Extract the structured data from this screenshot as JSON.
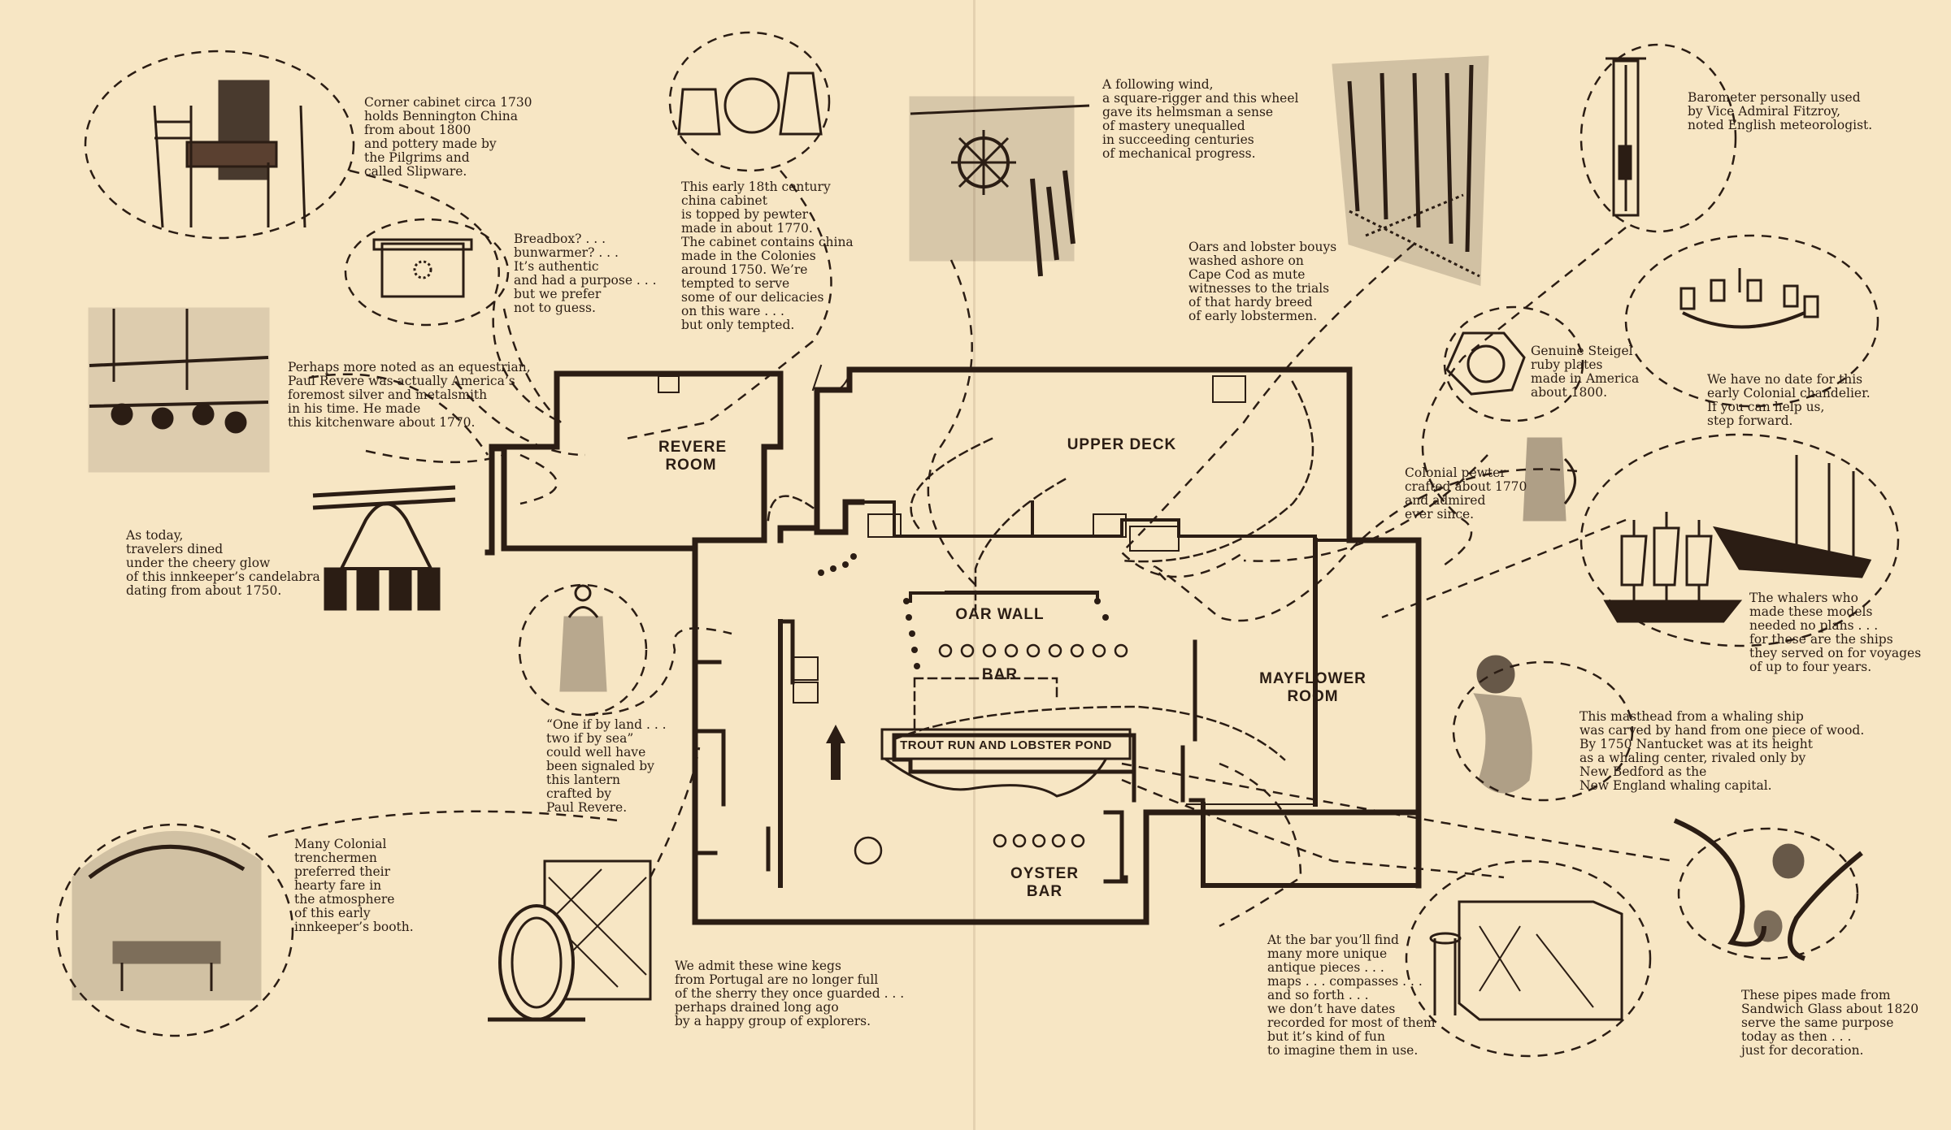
{
  "colors": {
    "paper": "#f7e6c4",
    "ink": "#2b1d14"
  },
  "rooms": {
    "revere": "REVERE\nROOM",
    "upper_deck": "UPPER DECK",
    "oar_wall": "OAR WALL",
    "bar": "BAR",
    "mayflower": "MAYFLOWER\nROOM",
    "trout_run": "TROUT RUN AND LOBSTER POND",
    "oyster_bar": "OYSTER\nBAR"
  },
  "captions": {
    "corner_cabinet": "Corner cabinet circa 1730\nholds Bennington China\nfrom about 1800\nand pottery made by\nthe Pilgrims and\ncalled Slipware.",
    "breadbox": "Breadbox? . . .\nbunwarmer? . . .\nIt’s authentic\nand had a purpose . . .\nbut we prefer\nnot to guess.",
    "china_cabinet": "This early 18th century\nchina cabinet\nis topped by pewter\nmade in about 1770.\nThe cabinet contains china\nmade in the Colonies\naround 1750. We’re\ntempted to serve\nsome of our delicacies\non this ware . . .\nbut only tempted.",
    "ship_wheel": "A following wind,\na square-rigger and this wheel\ngave its helmsman a sense\nof mastery unequalled\nin succeeding centuries\nof mechanical progress.",
    "oars": "Oars and lobster bouys\nwashed ashore on\nCape Cod as mute\nwitnesses to the trials\nof that hardy breed\nof early lobstermen.",
    "barometer": "Barometer personally used\nby Vice Admiral Fitzroy,\nnoted English meteorologist.",
    "revere_silver": "Perhaps more noted as an equestrian,\nPaul Revere was actually America’s\nforemost silver and metalsmith\nin his time. He made\nthis kitchenware about 1770.",
    "ruby_plates": "Genuine Steigel\nruby plates\nmade in America\nabout 1800.",
    "chandelier": "We have no date for this\nearly Colonial chandelier.\nIf you can help us,\nstep forward.",
    "candelabra": "As today,\ntravelers dined\nunder the cheery glow\nof this innkeeper’s candelabra\ndating from about 1750.",
    "pewter": "Colonial pewter\ncrafted about 1770\nand admired\never since.",
    "whalers": "The whalers who\nmade these models\nneeded no plans . . .\nfor these are the ships\nthey served on for voyages\nof up to four years.",
    "lantern": "“One if by land . . .\ntwo if by sea”\ncould well have\nbeen signaled by\nthis lantern\ncrafted by\nPaul Revere.",
    "masthead": "This masthead from a whaling ship\nwas carved by hand from one piece of wood.\nBy 1750 Nantucket was at its height\nas a whaling center, rivaled only by\nNew Bedford as the\nNew England whaling capital.",
    "trenchermen": "Many Colonial\ntrenchermen\npreferred their\nhearty fare in\nthe atmosphere\nof this early\ninnkeeper’s booth.",
    "wine_kegs": "We admit these wine kegs\nfrom Portugal are no longer full\nof the sherry they once guarded . . .\nperhaps drained long ago\nby a happy group of explorers.",
    "bar_antiques": "At the bar you’ll find\nmany more unique\nantique pieces . . .\nmaps . . . compasses . . .\nand so forth . . .\nwe don’t have dates\nrecorded for most of them\nbut it’s kind of fun\nto imagine them in use.",
    "pipes": "These pipes made from\nSandwich Glass about 1820\nserve the same purpose\ntoday as then . . .\njust for decoration."
  },
  "illustrations": [
    "corner-cabinet-illustration",
    "breadbox-illustration",
    "pewter-china-illustration",
    "ship-wheel-illustration",
    "oars-buoys-illustration",
    "barometer-illustration",
    "kitchenware-illustration",
    "ruby-plate-illustration",
    "chandelier-illustration",
    "candelabra-illustration",
    "pewter-pitcher-illustration",
    "whaling-ships-illustration",
    "lantern-illustration",
    "masthead-illustration",
    "booth-illustration",
    "wine-kegs-illustration",
    "bar-illustration",
    "pipes-illustration"
  ]
}
